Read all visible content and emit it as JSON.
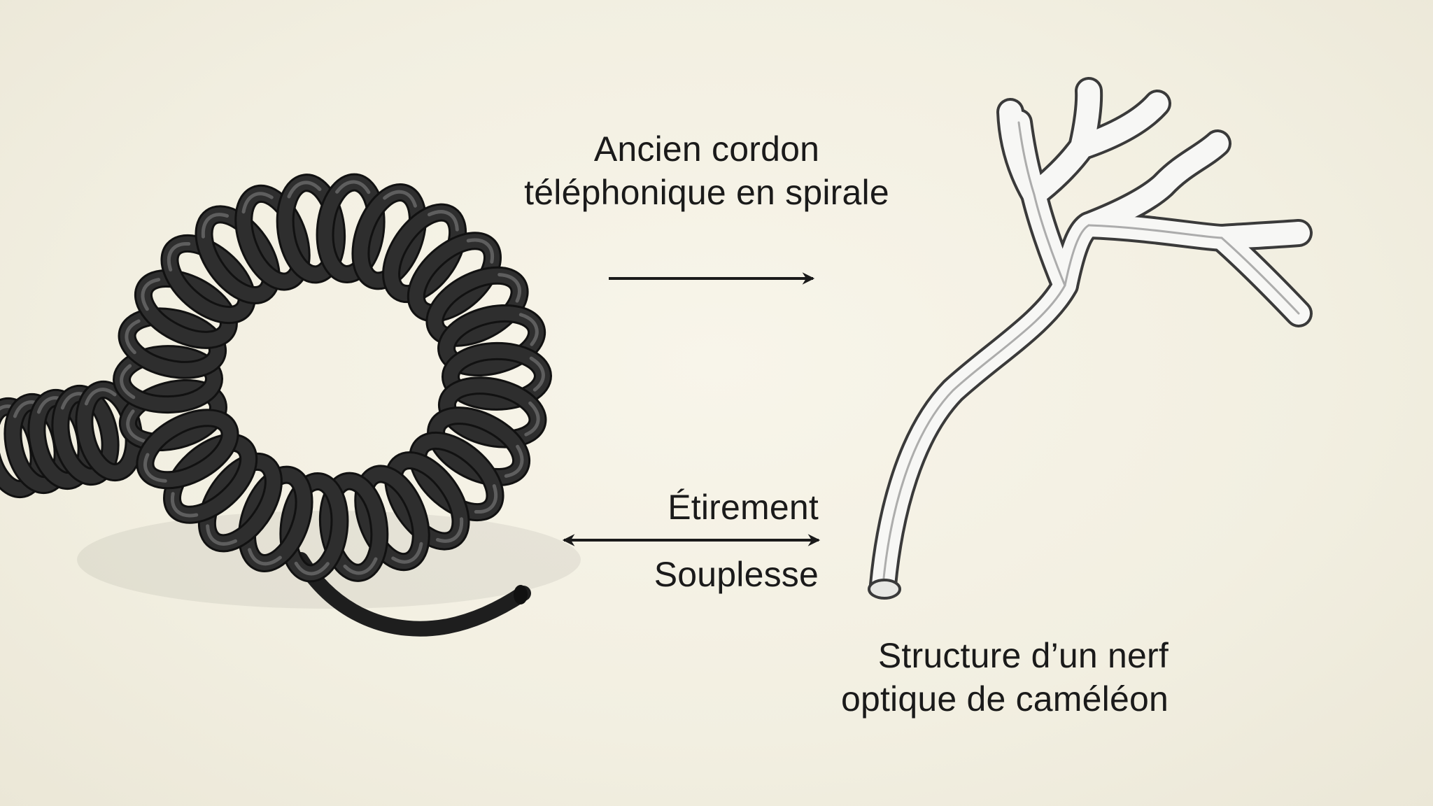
{
  "labels": {
    "cord_line1": "Ancien cordon",
    "cord_line2": "téléphonique en spirale",
    "stretch": "Étirement",
    "flexibility": "Souplesse",
    "nerve_line1": "Structure d’un nerf",
    "nerve_line2": "optique de caméléon"
  },
  "colors": {
    "background": "#f4f1e4",
    "cord": "#2e2e2e",
    "nerve_outline": "#3a3a3a",
    "nerve_fill": "#f7f7f5",
    "text": "#1a1a1a"
  },
  "icons": {
    "arrow_right": "right-arrow",
    "arrow_double": "double-headed-arrow",
    "coiled_cord": "coiled-telephone-cord",
    "branching_nerve": "branching-optic-nerve"
  }
}
